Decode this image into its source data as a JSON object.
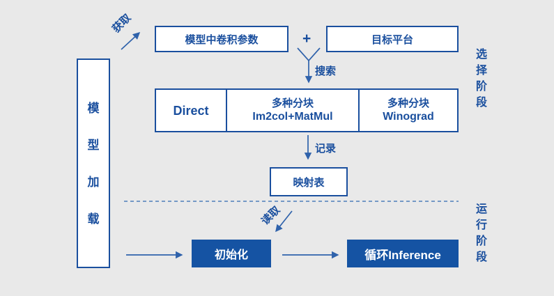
{
  "colors": {
    "background": "#e9e9e9",
    "primary_blue": "#1a4f9e",
    "fill_blue": "#1553a3",
    "arrow_blue": "#2f62ab",
    "dashed_line_blue": "#4d7dbb",
    "box_text_on_fill": "#ffffff"
  },
  "left_panel": {
    "chars": [
      "模",
      "型",
      "加",
      "载"
    ]
  },
  "selection_stage": {
    "acquire_label": "获取",
    "conv_params_box": "模型中卷积参数",
    "plus_sign": "+",
    "target_platform_box": "目标平台",
    "search_label": "搜索",
    "methods": [
      {
        "line1": "Direct"
      },
      {
        "line1": "多种分块",
        "line2": "Im2col+MatMul"
      },
      {
        "line1": "多种分块",
        "line2": "Winograd"
      }
    ],
    "record_label": "记录",
    "mapping_table_box": "映射表",
    "stage_chars": [
      "选",
      "择",
      "阶",
      "段"
    ]
  },
  "run_stage": {
    "read_label": "读取",
    "init_box": "初始化",
    "inference_box": "循环Inference",
    "stage_chars": [
      "运",
      "行",
      "阶",
      "段"
    ]
  }
}
